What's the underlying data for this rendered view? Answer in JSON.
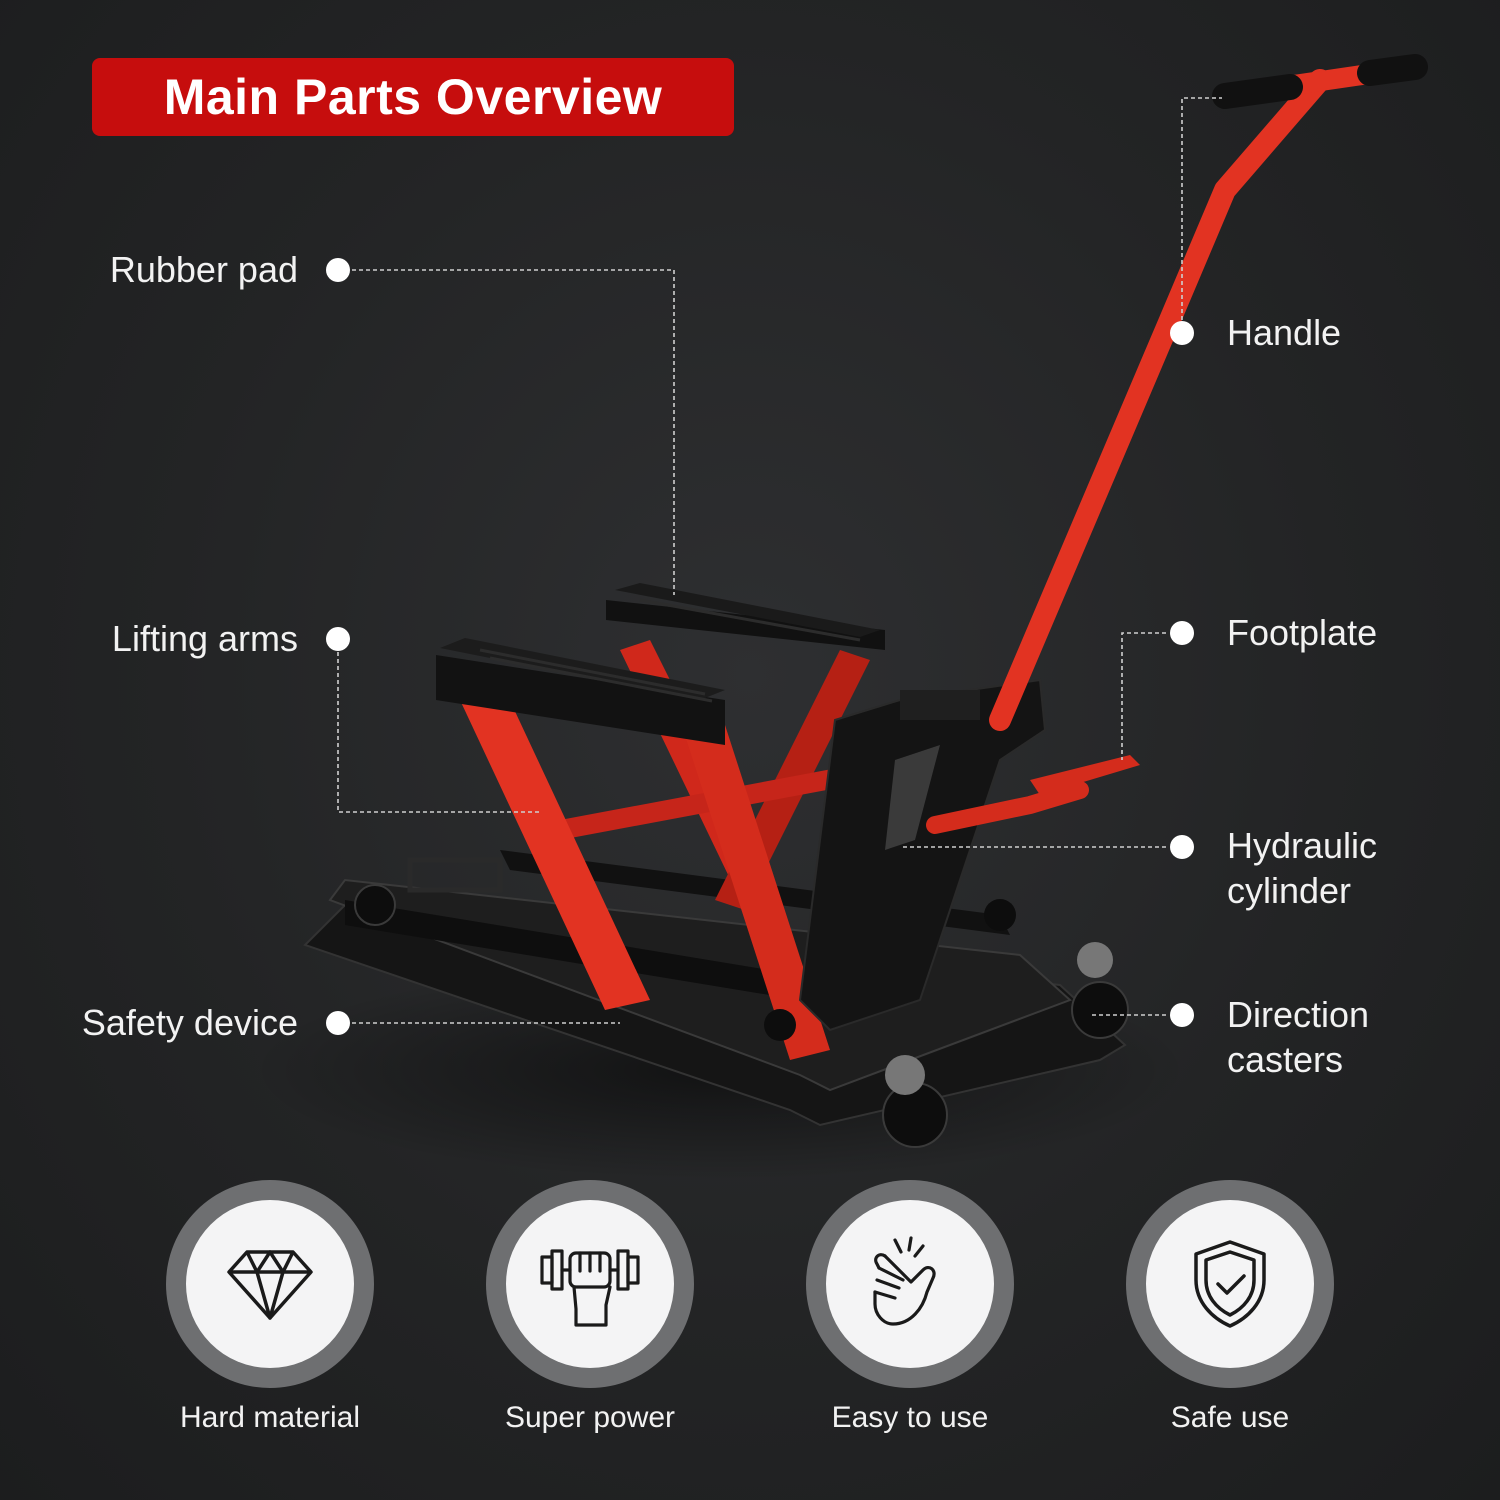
{
  "title": "Main Parts Overview",
  "colors": {
    "accent_red": "#c60d0d",
    "background": "#242526",
    "text": "#f2f2f2"
  },
  "callouts": {
    "rubber_pad": "Rubber pad",
    "lifting_arms": "Lifting arms",
    "safety_device": "Safety device",
    "handle": "Handle",
    "footplate": "Footplate",
    "hydraulic_cylinder": [
      "Hydraulic",
      "cylinder"
    ],
    "direction_casters": [
      "Direction",
      "casters"
    ]
  },
  "features": [
    {
      "label": "Hard material",
      "icon": "diamond-icon"
    },
    {
      "label": "Super power",
      "icon": "fist-dumbbell-icon"
    },
    {
      "label": "Easy to use",
      "icon": "finger-snap-icon"
    },
    {
      "label": "Safe use",
      "icon": "shield-check-icon"
    }
  ]
}
